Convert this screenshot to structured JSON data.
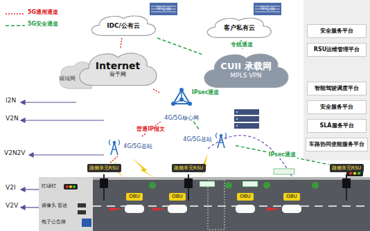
{
  "diagram": {
    "nodes": [
      {
        "text": [
          "IDC/公有云"
        ]
      },
      {
        "text": [
          "客户私有云"
        ]
      },
      {
        "text": [
          "Internet",
          "骨干网"
        ]
      },
      {
        "text": [
          "CUII 承载网",
          "MPLS VPN"
        ]
      },
      {
        "text": [
          "4G/5G核心网"
        ]
      },
      {
        "text": [
          "4G/5G基站"
        ]
      },
      {
        "text": [
          "4G/5G基站"
        ]
      },
      {
        "text": [
          "安全服务平台"
        ]
      },
      {
        "text": [
          "RSU运维管理平台"
        ]
      },
      {
        "text": [
          "智能驾驶调度平台"
        ]
      },
      {
        "text": [
          "安全服务平台"
        ]
      },
      {
        "text": [
          "SLA服务平台"
        ]
      },
      {
        "text": [
          "车路协同使能服务平台"
        ]
      },
      {
        "text": [
          "路侧单元RSU"
        ]
      },
      {
        "text": [
          "路侧单元RSU"
        ]
      },
      {
        "text": [
          "路侧单元RSU"
        ]
      },
      {
        "text": [
          "OBU"
        ]
      },
      {
        "text": [
          "OBU"
        ]
      },
      {
        "text": [
          "OBU"
        ]
      },
      {
        "text": [
          "OBU"
        ]
      }
    ],
    "edges": [
      {
        "from": 0,
        "to": 2,
        "arrow": "none"
      },
      {
        "from": 1,
        "to": 3,
        "label": "专线通道",
        "arrow": "none"
      },
      {
        "from": 0,
        "to": 3,
        "arrow": "none"
      },
      {
        "from": 2,
        "to": 4,
        "arrow": "none"
      },
      {
        "from": 3,
        "to": 4,
        "label": "IPsec通道",
        "arrow": "none"
      },
      {
        "from": 4,
        "to": 5,
        "label": "普通IP报文",
        "arrow": "none"
      },
      {
        "from": 4,
        "to": 6,
        "arrow": "none"
      },
      {
        "from": 6,
        "to": 15,
        "label": "IPsec通道",
        "arrow": "none"
      },
      {
        "from": 5,
        "to": 13,
        "arrow": "none"
      }
    ],
    "labels": [
      "中心云",
      "中心云",
      "城域网",
      "I2N",
      "V2N",
      "V2N2V",
      "V2I",
      "V2V",
      "红绿灯",
      "摄像头 雷达",
      "电子公告牌"
    ],
    "legend": [
      {
        "text": "5G通用通道"
      },
      {
        "text": "5G安全通道"
      }
    ]
  }
}
